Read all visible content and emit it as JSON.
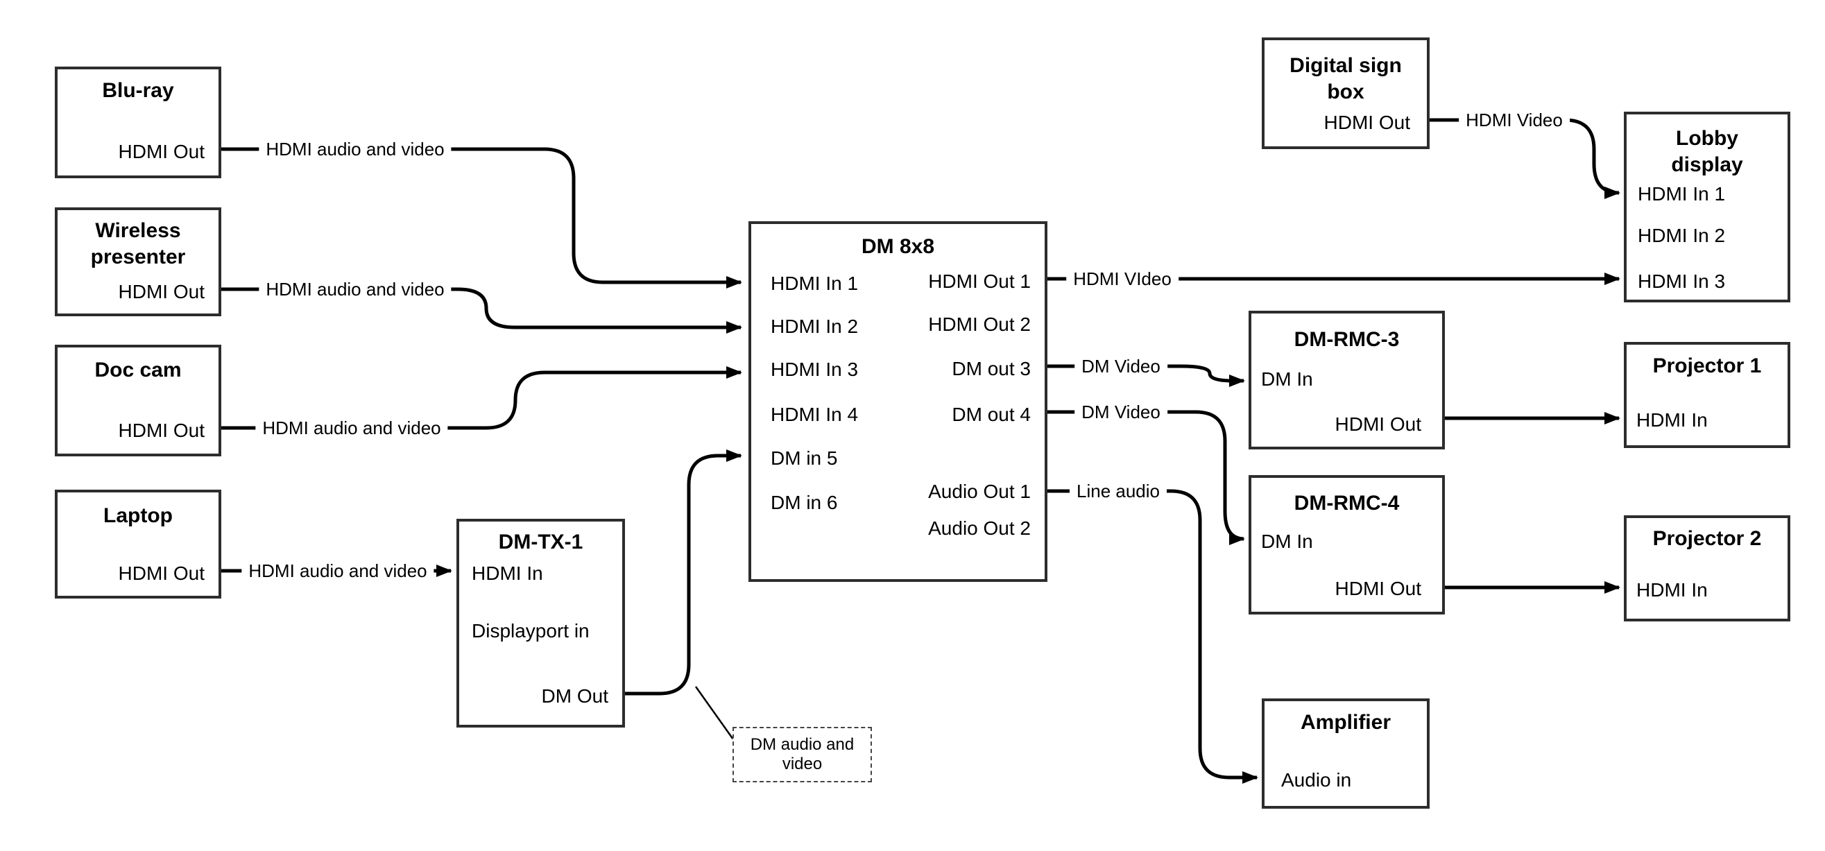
{
  "diagram": {
    "nodes": {
      "bluray": {
        "title": "Blu-ray",
        "ports": {
          "hdmi_out": "HDMI Out"
        }
      },
      "wireless_presenter": {
        "title": "Wireless presenter",
        "ports": {
          "hdmi_out": "HDMI Out"
        }
      },
      "doc_cam": {
        "title": "Doc cam",
        "ports": {
          "hdmi_out": "HDMI Out"
        }
      },
      "laptop": {
        "title": "Laptop",
        "ports": {
          "hdmi_out": "HDMI Out"
        }
      },
      "dm_tx_1": {
        "title": "DM-TX-1",
        "ports": {
          "hdmi_in": "HDMI In",
          "displayport_in": "Displayport in",
          "dm_out": "DM Out"
        }
      },
      "dm_8x8": {
        "title": "DM 8x8",
        "ports": {
          "hdmi_in_1": "HDMI In 1",
          "hdmi_in_2": "HDMI In 2",
          "hdmi_in_3": "HDMI In 3",
          "hdmi_in_4": "HDMI In 4",
          "dm_in_5": "DM in 5",
          "dm_in_6": "DM in 6",
          "hdmi_out_1": "HDMI Out 1",
          "hdmi_out_2": "HDMI Out 2",
          "dm_out_3": "DM out 3",
          "dm_out_4": "DM out 4",
          "audio_out_1": "Audio Out 1",
          "audio_out_2": "Audio Out 2"
        }
      },
      "digital_sign_box": {
        "title": "Digital sign box",
        "ports": {
          "hdmi_out": "HDMI Out"
        }
      },
      "lobby_display": {
        "title": "Lobby display",
        "ports": {
          "hdmi_in_1": "HDMI In 1",
          "hdmi_in_2": "HDMI In 2",
          "hdmi_in_3": "HDMI In 3"
        }
      },
      "dm_rmc_3": {
        "title": "DM-RMC-3",
        "ports": {
          "dm_in": "DM In",
          "hdmi_out": "HDMI Out"
        }
      },
      "dm_rmc_4": {
        "title": "DM-RMC-4",
        "ports": {
          "dm_in": "DM In",
          "hdmi_out": "HDMI Out"
        }
      },
      "projector_1": {
        "title": "Projector 1",
        "ports": {
          "hdmi_in": "HDMI In"
        }
      },
      "projector_2": {
        "title": "Projector 2",
        "ports": {
          "hdmi_in": "HDMI In"
        }
      },
      "amplifier": {
        "title": "Amplifier",
        "ports": {
          "audio_in": "Audio in"
        }
      }
    },
    "wire_labels": {
      "bluray_to_dm8x8": "HDMI audio and video",
      "wireless_to_dm8x8": "HDMI audio and video",
      "doccam_to_dm8x8": "HDMI audio and video",
      "laptop_to_dmtx1": "HDMI audio and video",
      "hdmi_out_1": "HDMI VIdeo",
      "dm_out_3": "DM Video",
      "dm_out_4": "DM Video",
      "audio_out_1": "Line audio",
      "digitalsign_to_lobby": "HDMI Video"
    },
    "callout": {
      "text": "DM audio and video"
    },
    "colors": {
      "background": "#ffffff",
      "box_border": "#2d2d2d",
      "wire": "#000000",
      "text": "#000000"
    }
  }
}
